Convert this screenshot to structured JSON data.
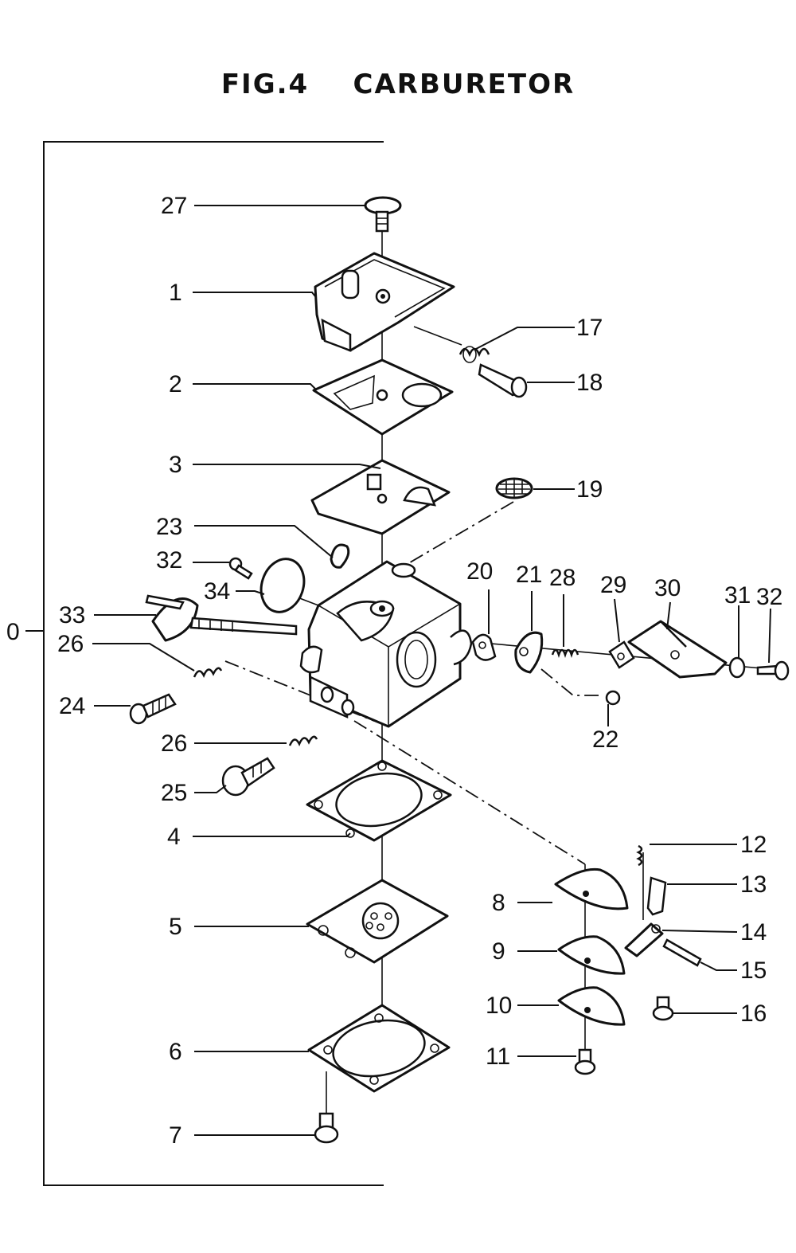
{
  "figure": {
    "title": "FIG.4    CARBURETOR"
  },
  "assembly_label": "0",
  "callouts": [
    {
      "id": "c27",
      "text": "27"
    },
    {
      "id": "c1",
      "text": "1"
    },
    {
      "id": "c17",
      "text": "17"
    },
    {
      "id": "c18",
      "text": "18"
    },
    {
      "id": "c2",
      "text": "2"
    },
    {
      "id": "c3",
      "text": "3"
    },
    {
      "id": "c19",
      "text": "19"
    },
    {
      "id": "c23",
      "text": "23"
    },
    {
      "id": "c32a",
      "text": "32"
    },
    {
      "id": "c34",
      "text": "34"
    },
    {
      "id": "c20",
      "text": "20"
    },
    {
      "id": "c21",
      "text": "21"
    },
    {
      "id": "c28",
      "text": "28"
    },
    {
      "id": "c29",
      "text": "29"
    },
    {
      "id": "c30",
      "text": "30"
    },
    {
      "id": "c31",
      "text": "31"
    },
    {
      "id": "c32b",
      "text": "32"
    },
    {
      "id": "c33",
      "text": "33"
    },
    {
      "id": "c26a",
      "text": "26"
    },
    {
      "id": "c24",
      "text": "24"
    },
    {
      "id": "c22",
      "text": "22"
    },
    {
      "id": "c26b",
      "text": "26"
    },
    {
      "id": "c25",
      "text": "25"
    },
    {
      "id": "c4",
      "text": "4"
    },
    {
      "id": "c12",
      "text": "12"
    },
    {
      "id": "c13",
      "text": "13"
    },
    {
      "id": "c8",
      "text": "8"
    },
    {
      "id": "c14",
      "text": "14"
    },
    {
      "id": "c5",
      "text": "5"
    },
    {
      "id": "c9",
      "text": "9"
    },
    {
      "id": "c15",
      "text": "15"
    },
    {
      "id": "c10",
      "text": "10"
    },
    {
      "id": "c16",
      "text": "16"
    },
    {
      "id": "c6",
      "text": "6"
    },
    {
      "id": "c11",
      "text": "11"
    },
    {
      "id": "c7",
      "text": "7"
    }
  ]
}
